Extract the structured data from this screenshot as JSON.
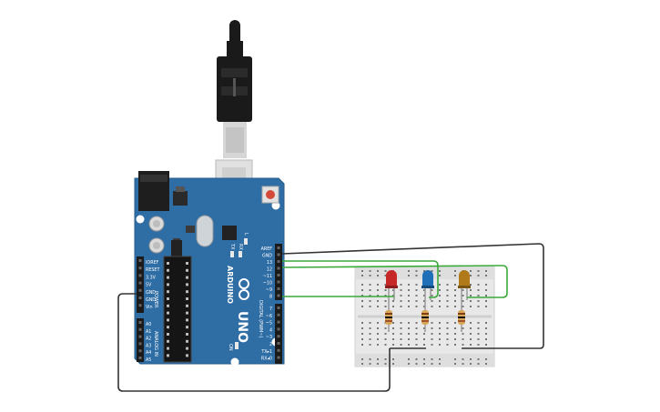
{
  "board": {
    "brand": "ARDUINO",
    "model": "UNO",
    "tx_label": "TX",
    "rx_label": "RX",
    "l_label": "L",
    "on_label": "ON",
    "digital_label": "DIGITAL (PWM~)",
    "power_label": "POWER",
    "analog_label": "ANALOG IN",
    "power_pins": [
      "IOREF",
      "RESET",
      "3.3V",
      "5V",
      "GND",
      "GND",
      "Vin"
    ],
    "analog_pins": [
      "A0",
      "A1",
      "A2",
      "A3",
      "A4",
      "A5"
    ],
    "top_header_pins": [
      "AREF",
      "GND",
      "13",
      "12",
      "~11",
      "~10",
      "~9",
      "8"
    ],
    "bottom_header_pins": [
      "7",
      "~6",
      "~5",
      "4",
      "~3",
      "2",
      "TX▸1",
      "RX◂0"
    ]
  },
  "leds": [
    {
      "color_name": "red",
      "color": "#c62828"
    },
    {
      "color_name": "blue",
      "color": "#1e6fb8"
    },
    {
      "color_name": "yellow",
      "color": "#b07a1a"
    }
  ],
  "colors": {
    "board": "#2f6da5",
    "wire_green": "#3aaa3a",
    "wire_black": "#333333",
    "breadboard": "#e8e8e8"
  }
}
